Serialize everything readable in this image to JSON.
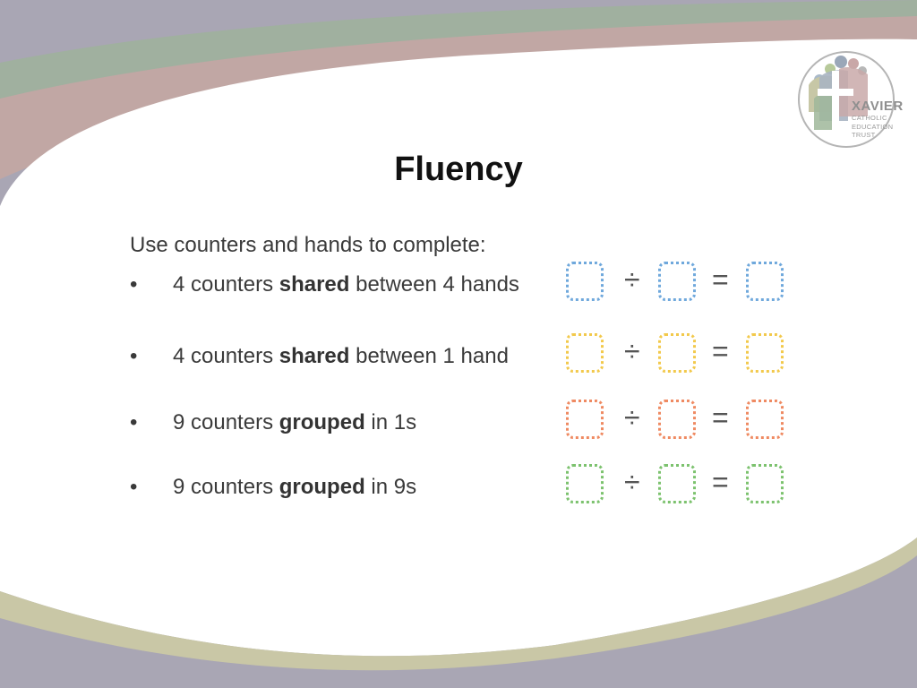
{
  "logo": {
    "name": "XAVIER",
    "sub1": "CATHOLIC",
    "sub2": "EDUCATION",
    "sub3": "TRUST"
  },
  "title": "Fluency",
  "intro": "Use counters and hands to complete:",
  "bullet_glyph": "•",
  "operators": {
    "divide": "÷",
    "equals": "="
  },
  "items": [
    {
      "pre": "4 counters ",
      "bold": "shared",
      "post": " between 4 hands",
      "color": "#6fa8dc"
    },
    {
      "pre": "4 counters ",
      "bold": "shared",
      "post": " between 1 hand",
      "color": "#f2c94c"
    },
    {
      "pre": "9 counters ",
      "bold": "grouped",
      "post": " in 1s",
      "color": "#ef8a62"
    },
    {
      "pre": "9 counters ",
      "bold": "grouped",
      "post": " in 9s",
      "color": "#7cc26e"
    }
  ]
}
